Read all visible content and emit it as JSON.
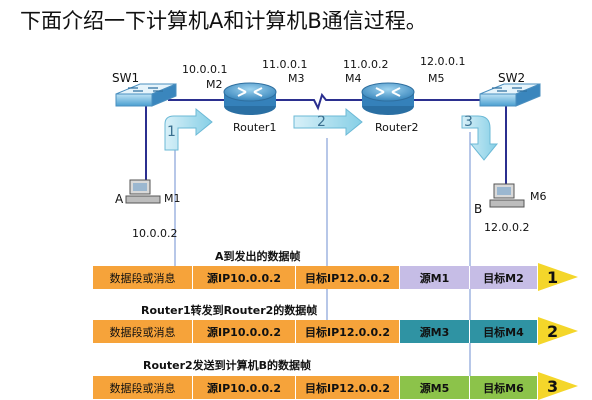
{
  "title": "下面介绍一下计算机A和计算机B通信过程。",
  "devices": {
    "sw1": "SW1",
    "sw2": "SW2",
    "router1": "Router1",
    "router2": "Router2",
    "pc_a": "A",
    "pc_b": "B"
  },
  "interfaces": {
    "m1": "M1",
    "m2": "M2",
    "m3": "M3",
    "m4": "M4",
    "m5": "M5",
    "m6": "M6"
  },
  "addresses": {
    "r1_m2": "10.0.0.1",
    "r1_m3": "11.0.0.1",
    "r2_m4": "11.0.0.2",
    "r2_m5": "12.0.0.1",
    "pc_a": "10.0.0.2",
    "pc_b": "12.0.0.2"
  },
  "steps": [
    "1",
    "2",
    "3"
  ],
  "frames": [
    {
      "caption": "A到发出的数据帧",
      "data": "数据段或消息",
      "src_ip": "源IP10.0.0.2",
      "dst_ip": "目标IP12.0.0.2",
      "src_mac": "源M1",
      "dst_mac": "目标M2",
      "num": "1"
    },
    {
      "caption": "Router1转发到Router2的数据帧",
      "data": "数据段或消息",
      "src_ip": "源IP10.0.0.2",
      "dst_ip": "目标IP12.0.0.2",
      "src_mac": "源M3",
      "dst_mac": "目标M4",
      "num": "2"
    },
    {
      "caption": "Router2发送到计算机B的数据帧",
      "data": "数据段或消息",
      "src_ip": "源IP10.0.0.2",
      "dst_ip": "目标IP12.0.0.2",
      "src_mac": "源M5",
      "dst_mac": "目标M6",
      "num": "3"
    }
  ],
  "colors": {
    "frame_orange": "#f6a33a",
    "mac_row1": "#c6bde6",
    "mac_row2": "#2f93a3",
    "mac_row3": "#8cc34a",
    "arrow_tip": "#f4d62a",
    "link_blue": "#2b2f8f",
    "step_arrow": "#8fd3e8"
  }
}
